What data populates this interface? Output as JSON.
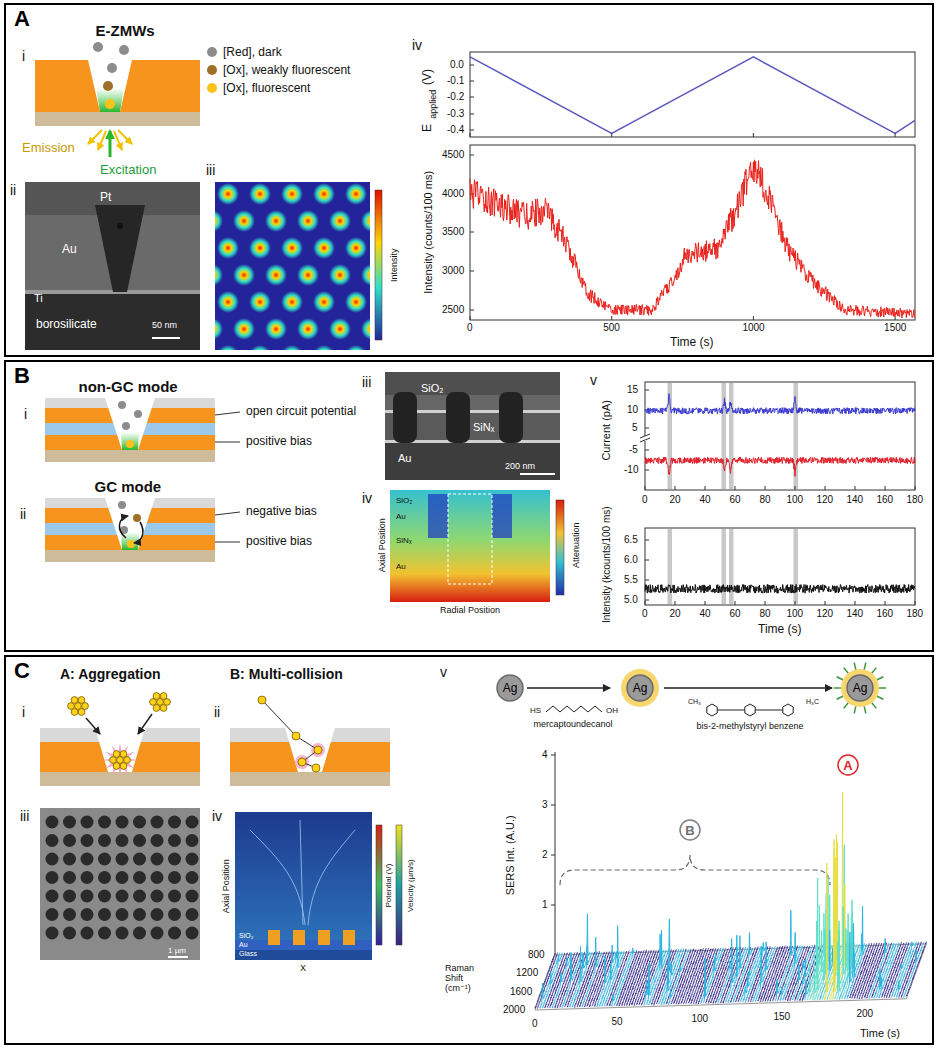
{
  "diagram": {
    "nodes": [
      {
        "text": [
          "A"
        ]
      },
      {
        "text": [
          "B"
        ]
      },
      {
        "text": [
          "C"
        ]
      },
      {
        "text": [
          "Ag"
        ],
        "in": 2
      },
      {
        "text": [
          "Ag"
        ],
        "in": 2
      },
      {
        "text": [
          "Ag"
        ],
        "in": 2
      },
      {
        "text": [
          "A"
        ],
        "in": 2
      },
      {
        "text": [
          "B"
        ],
        "in": 2
      }
    ],
    "labels": [
      "E-ZMWs",
      "i",
      "Emission",
      "Excitation",
      "ii",
      "Pt",
      "Au",
      "Ti",
      "borosilicate",
      "50 nm",
      "iii",
      "Intensity",
      "iv",
      "0.0",
      "-0.1",
      "-0.2",
      "-0.3",
      "-0.4",
      "E",
      "applied",
      "(V)",
      "4500",
      "4000",
      "3500",
      "3000",
      "2500",
      "Intensity (counts/100 ms)",
      "0",
      "500",
      "1000",
      "1500",
      "Time (s)",
      "non-GC mode",
      "i",
      "open circuit potential",
      "positive bias",
      "GC mode",
      "ii",
      "negative bias",
      "positive bias",
      "iii",
      "SiO₂",
      "SiNₓ",
      "Au",
      "200 nm",
      "iv",
      "SiO₂",
      "Au",
      "SiNₓ",
      "Au",
      "Axial Position",
      "Radial Position",
      "Attenuation",
      "v",
      "15",
      "10",
      "5",
      "-5",
      "-10",
      "Current (pA)",
      "0",
      "20",
      "40",
      "60",
      "80",
      "100",
      "120",
      "140",
      "160",
      "180",
      "6.5",
      "6.0",
      "5.5",
      "5.0",
      "Intensity (kcounts/100 ms)",
      "0",
      "20",
      "40",
      "60",
      "80",
      "100",
      "120",
      "140",
      "160",
      "180",
      "Time (s)",
      "A: Aggregation",
      "B: Multi-collision",
      "i",
      "ii",
      "iii",
      "1 µm",
      "iv",
      "Axial Position",
      "SiO₂",
      "Au",
      "Glass",
      "X",
      "Potential (V)",
      "Velocity (µm/s)",
      "v",
      "HS",
      "OH",
      "mercaptoundecanol",
      "CH₃",
      "H₃C",
      "bis-2-methylstyryl benzene",
      "SERS Int. (A.U.)",
      "1",
      "2",
      "3",
      "4",
      "Raman Shift (cm⁻¹)",
      "800",
      "1200",
      "1600",
      "2000",
      "0",
      "50",
      "100",
      "150",
      "200",
      "Time (s)"
    ],
    "legend": [
      {
        "text": "[Red], dark",
        "color": "#8c8c8c"
      },
      {
        "text": "[Ox], weakly fluorescent",
        "color": "#a0702a"
      },
      {
        "text": "[Ox], fluorescent",
        "color": "#ffc21a"
      }
    ]
  }
}
